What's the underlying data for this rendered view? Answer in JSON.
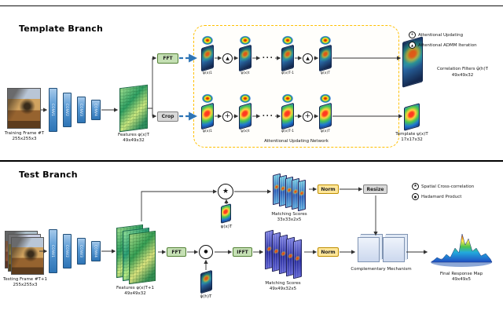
{
  "template": {
    "title": "Template Branch",
    "input_label": "Training Frame #T",
    "input_size": "255x255x3",
    "convs": [
      "CONV1",
      "CONV2",
      "CONV3",
      "CONV4"
    ],
    "features_label": "Features φ(x)T",
    "features_size": "49x49x32",
    "fft": "FFT",
    "crop": "Crop",
    "aun_caption": "Attentional Updating Network",
    "aun_top_labels": [
      "φ(x)1",
      "φ(x)t",
      "φ(x)T-1",
      "φ(x)T"
    ],
    "aun_bottom_labels": [
      "ψ(x)1",
      "ψ(x)t",
      "ψ(x)T-1",
      "ψ(x)T"
    ],
    "ellipsis": "...",
    "op_top": "▲",
    "op_bottom": "+",
    "cf_label": "Correlation Filters ψ̂(h)T",
    "cf_size": "49x49x32",
    "template_label": "Template ψ(x)T",
    "template_size": "17x17x32",
    "legend": [
      {
        "symbol": "+",
        "text": "Attentional Updating"
      },
      {
        "symbol": "▲",
        "text": "Attentional ADMM Iteration"
      }
    ]
  },
  "test": {
    "title": "Test Branch",
    "input_label": "Testing Frame #T+1",
    "input_size": "255x255x3",
    "convs": [
      "CONV1",
      "CONV2",
      "CONV3",
      "CONV4"
    ],
    "features_label": "Features φ(x)T+1",
    "features_size": "49x49x32",
    "fft": "FFT",
    "ifft": "IFFT",
    "star": "★",
    "dot": "●",
    "psi_x": "ψ(x)T",
    "psi_h": "ψ̂(h)T",
    "ms_top_label": "Matching Scores",
    "ms_top_size": "33x33x2x5",
    "ms_bottom_label": "Matching Scores",
    "ms_bottom_size": "49x49x32x5",
    "norm": "Norm",
    "resize": "Resize",
    "complementary": "Complementary Mechanism",
    "final_label": "Final Response Map",
    "final_size": "49x49x5",
    "legend": [
      {
        "symbol": "★",
        "text": "Spatial Cross-correlation"
      },
      {
        "symbol": "●",
        "text": "Hadamard Product"
      }
    ]
  }
}
